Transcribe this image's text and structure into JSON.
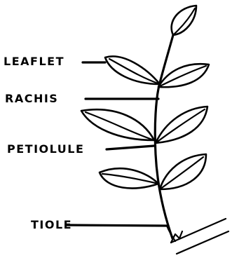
{
  "labels": {
    "leaflet": "LEAFLET",
    "rachis": "RACHIS",
    "petiolule": "PETIOLULE",
    "petiole": "TIOLE"
  }
}
